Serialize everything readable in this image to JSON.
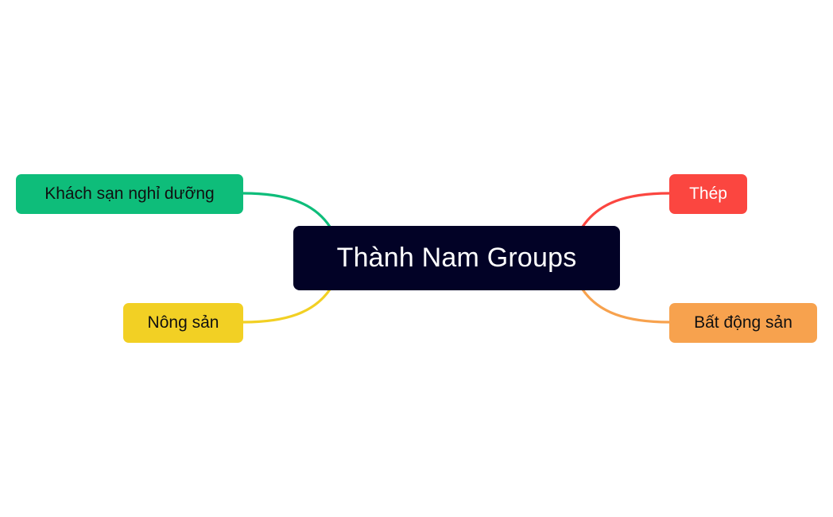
{
  "central": {
    "label": "Thành Nam Groups",
    "color": "#020226"
  },
  "branches": [
    {
      "id": "khach-san",
      "label": "Khách sạn nghỉ dưỡng",
      "color": "#0ebd7a",
      "side": "left",
      "position": "top"
    },
    {
      "id": "nong-san",
      "label": "Nông sản",
      "color": "#f2d024",
      "side": "left",
      "position": "bottom"
    },
    {
      "id": "thep",
      "label": "Thép",
      "color": "#fb4640",
      "side": "right",
      "position": "top"
    },
    {
      "id": "bat-dong-san",
      "label": "Bất động sản",
      "color": "#f7a24e",
      "side": "right",
      "position": "bottom"
    }
  ]
}
